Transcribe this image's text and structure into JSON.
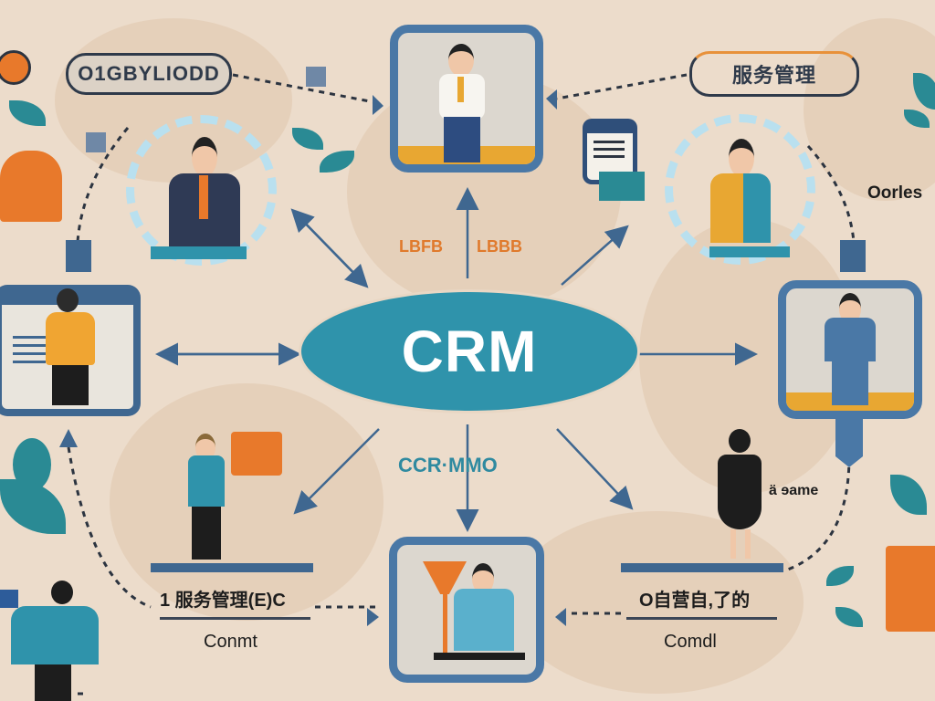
{
  "diagram": {
    "center": {
      "label": "CRM",
      "color": "#2f93ab"
    },
    "top_labels": {
      "left": "LBFB",
      "right": "LBBB",
      "color": "#e07a2c"
    },
    "bottom_center_label": {
      "text": "CCR·MMO",
      "color": "#2f8aa0"
    },
    "pill_left": {
      "text": "O1GBYLIODD"
    },
    "pill_right": {
      "text": "服务管理"
    },
    "side_text_right": "Oorles",
    "side_text_right_lower": "ä ɘame",
    "bottom_left": {
      "title": "1 服务管理(E)C",
      "caption": "Conmt"
    },
    "bottom_right": {
      "title": "O自营自,了的",
      "caption": "Comdl"
    },
    "nodes": [
      {
        "id": "top-card",
        "shape": "rounded-frame",
        "figure": "businessman in white shirt"
      },
      {
        "id": "top-left-ring",
        "shape": "ring",
        "figure": "businessman in suit with name badge"
      },
      {
        "id": "top-right-ring",
        "shape": "ring",
        "figure": "person in yellow and teal jacket"
      },
      {
        "id": "left-browser",
        "shape": "browser-window",
        "figure": "person in orange coat"
      },
      {
        "id": "right-card",
        "shape": "rounded-frame",
        "figure": "person in blue uniform on phone"
      },
      {
        "id": "bottom-card",
        "shape": "rounded-frame",
        "figure": "person kneeling beside funnel"
      },
      {
        "id": "document-icon",
        "shape": "document"
      },
      {
        "id": "chat-bubble",
        "shape": "speech-bubble"
      }
    ],
    "colors": {
      "background": "#ecdccb",
      "frame_blue": "#4a78a6",
      "accent_orange": "#e8792b",
      "accent_teal": "#2f93ab",
      "floor_yellow": "#e8a732",
      "ring_light_blue": "#b9e0ef"
    }
  }
}
